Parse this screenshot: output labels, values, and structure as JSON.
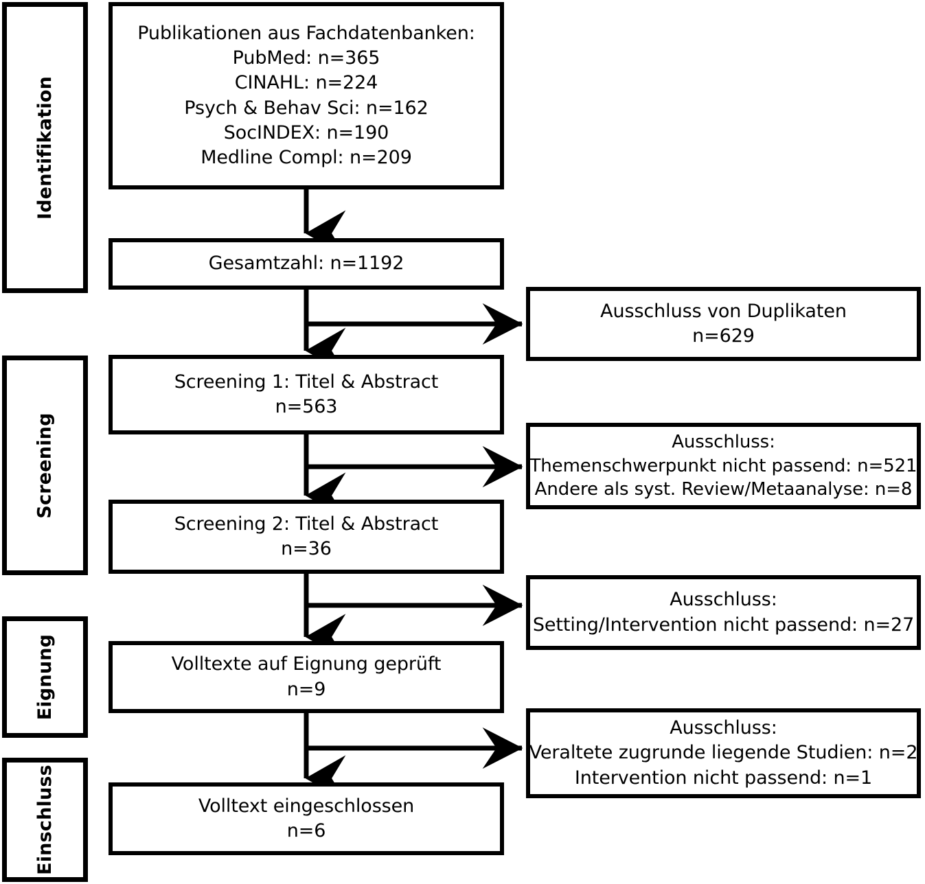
{
  "diagram": {
    "type": "prisma-flow-diagram",
    "language": "de",
    "stroke_color": "#000000",
    "background_color": "#ffffff"
  },
  "phases": [
    {
      "id": "identifikation",
      "label": "Identifikation"
    },
    {
      "id": "screening",
      "label": "Screening"
    },
    {
      "id": "eignung",
      "label": "Eignung"
    },
    {
      "id": "einschluss",
      "label": "Einschluss"
    }
  ],
  "flow": {
    "sources": {
      "title": "Publikationen aus Fachdatenbanken:",
      "lines": [
        "PubMed: n=365",
        "CINAHL: n=224",
        "Psych & Behav Sci: n=162",
        "SocINDEX: n=190",
        "Medline Compl: n=209"
      ]
    },
    "total": {
      "lines": [
        "Gesamtzahl: n=1192"
      ]
    },
    "screening1": {
      "lines": [
        "Screening 1: Titel & Abstract",
        "n=563"
      ]
    },
    "screening2": {
      "lines": [
        "Screening 2: Titel & Abstract",
        "n=36"
      ]
    },
    "fulltext_assessed": {
      "lines": [
        "Volltexte auf Eignung geprüft",
        "n=9"
      ]
    },
    "included": {
      "lines": [
        "Volltext eingeschlossen",
        "n=6"
      ]
    }
  },
  "exclusions": {
    "duplicates": {
      "lines": [
        "Ausschluss von Duplikaten",
        "n=629"
      ]
    },
    "topic": {
      "lines": [
        "Ausschluss:",
        "Themenschwerpunkt nicht passend: n=521",
        "Andere als syst. Review/Metaanalyse: n=8"
      ]
    },
    "setting": {
      "lines": [
        "Ausschluss:",
        "Setting/Intervention nicht passend: n=27"
      ]
    },
    "outdated": {
      "lines": [
        "Ausschluss:",
        "Veraltete zugrunde liegende Studien: n=2",
        "Intervention nicht passend: n=1"
      ]
    }
  },
  "counts": {
    "pubmed": 365,
    "cinahl": 224,
    "psych_behav_sci": 162,
    "socindex": 190,
    "medline_compl": 209,
    "total": 1192,
    "duplicates_removed": 629,
    "screening1": 563,
    "excluded_topic": 521,
    "excluded_not_review": 8,
    "screening2": 36,
    "excluded_setting": 27,
    "fulltext_assessed": 9,
    "excluded_outdated": 2,
    "excluded_intervention": 1,
    "included": 6
  }
}
